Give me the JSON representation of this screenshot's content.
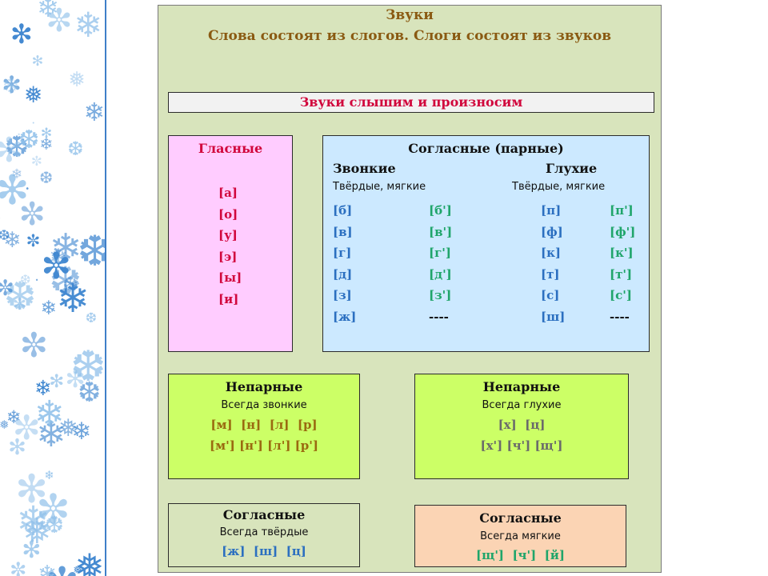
{
  "header": {
    "title": "Звуки",
    "subtitle": "Слова состоят из слогов. Слоги состоят из звуков"
  },
  "banner": "Звуки слышим и произносим",
  "vowels": {
    "title": "Гласные",
    "items": [
      "[а]",
      "[о]",
      "[у]",
      "[э]",
      "[ы]",
      "[и]"
    ]
  },
  "paired": {
    "title": "Согласные (парные)",
    "voiced": {
      "label": "Звонкие",
      "sub": "Твёрдые, мягкие",
      "hard": [
        "[б]",
        "[в]",
        "[г]",
        "[д]",
        "[з]",
        "[ж]"
      ],
      "soft": [
        "[б']",
        "[в']",
        "[г']",
        "[д']",
        "[з']",
        "----"
      ]
    },
    "voiceless": {
      "label": "Глухие",
      "sub": "Твёрдые, мягкие",
      "hard": [
        "[п]",
        "[ф]",
        "[к]",
        "[т]",
        "[с]",
        "[ш]"
      ],
      "soft": [
        "[п']",
        "[ф']",
        "[к']",
        "[т']",
        "[с']",
        "----"
      ]
    }
  },
  "unpaired_voiced": {
    "title": "Непарные",
    "sub": "Всегда звонкие",
    "line1": "[м]  [н]  [л]  [р]",
    "line2": "[м'] [н'] [л'] [р']"
  },
  "unpaired_voiceless": {
    "title": "Непарные",
    "sub": "Всегда глухие",
    "line1": "[х]  [ц]",
    "line2": "[х'] [ч'] [щ']"
  },
  "always_hard": {
    "title": "Согласные",
    "sub": "Всегда твёрдые",
    "line1": "[ж]  [ш]  [ц]"
  },
  "always_soft": {
    "title": "Согласные",
    "sub": "Всегда мягкие",
    "line1": "[щ']  [ч']  [й]"
  },
  "colors": {
    "card_bg": "#d8e4bc",
    "vowels_bg": "#ffccff",
    "paired_bg": "#cce9ff",
    "unpaired_bg": "#ccff66",
    "soft_bg": "#fbd4b4",
    "banner_bg": "#f2f2f2"
  }
}
